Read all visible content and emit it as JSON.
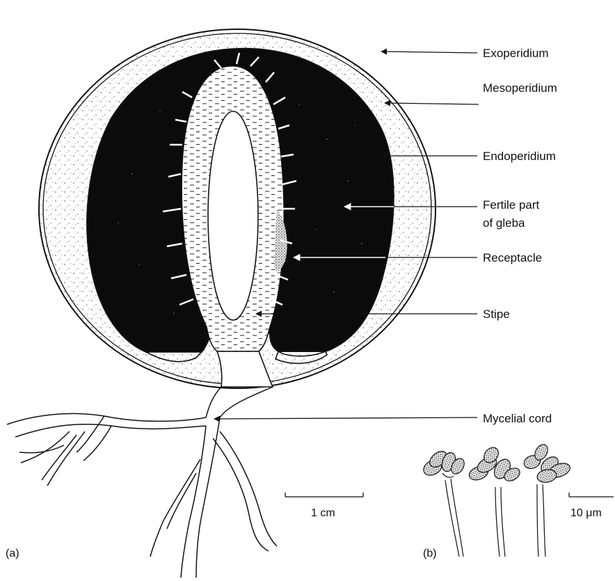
{
  "figure": {
    "labels": {
      "exoperidium": "Exoperidium",
      "mesoperidium": "Mesoperidium",
      "endoperidium": "Endoperidium",
      "fertile_line1": "Fertile part",
      "fertile_line2": "of gleba",
      "receptacle": "Receptacle",
      "stipe": "Stipe",
      "mycelial_cord": "Mycelial cord"
    },
    "panel_a": "(a)",
    "panel_b": "(b)",
    "scale_a": "1 cm",
    "scale_b": "10 μm"
  },
  "colors": {
    "ink": "#111111",
    "gleba": "#0b0b0b",
    "paper": "#ffffff"
  }
}
